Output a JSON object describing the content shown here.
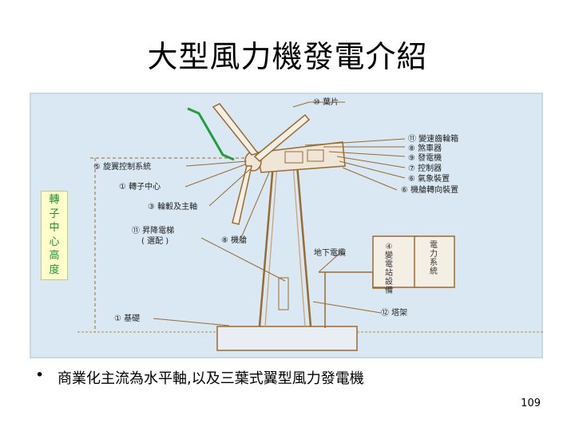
{
  "slide": {
    "title": "大型風力機發電介紹",
    "bullet_text": "商業化主流為水平軸,以及三葉式翼型風力發電機",
    "page_number": "109",
    "bullet_glyph": "•"
  },
  "figure": {
    "hub_height_label": "轉子中心高度",
    "labels": {
      "blade": "⑩ 葉片",
      "pitch_mechanism": "⑤ 旋翼控制系統",
      "rotor_center": "① 轉子中心",
      "gearbox_shaft": "③ 輪轂及主軸",
      "transformer": "⑪ 昇降電梯",
      "transformer_sub": "( 選配 )",
      "nacelle": "⑧ 機艙",
      "foundation": "① 基礎",
      "underground_cable": "地下電纜",
      "tower": "⑫ 塔架",
      "hydraulic_brake": "⑪ 變速齒輪箱",
      "brake": "⑧ 煞車器",
      "generator": "⑨ 發電機",
      "controller": "⑦ 控制器",
      "anemometer": "⑥ 氣象裝置",
      "yaw_system": "⑥ 機艙轉向裝置"
    },
    "boxes": {
      "substation": "④ 變電站設備",
      "grid": "電力系統"
    },
    "colors": {
      "background": "#d9e8f3",
      "line": "#9a6b2e",
      "blade_bracket": "#1e9e3c",
      "hub_height_text": "#1e8f3a"
    }
  }
}
